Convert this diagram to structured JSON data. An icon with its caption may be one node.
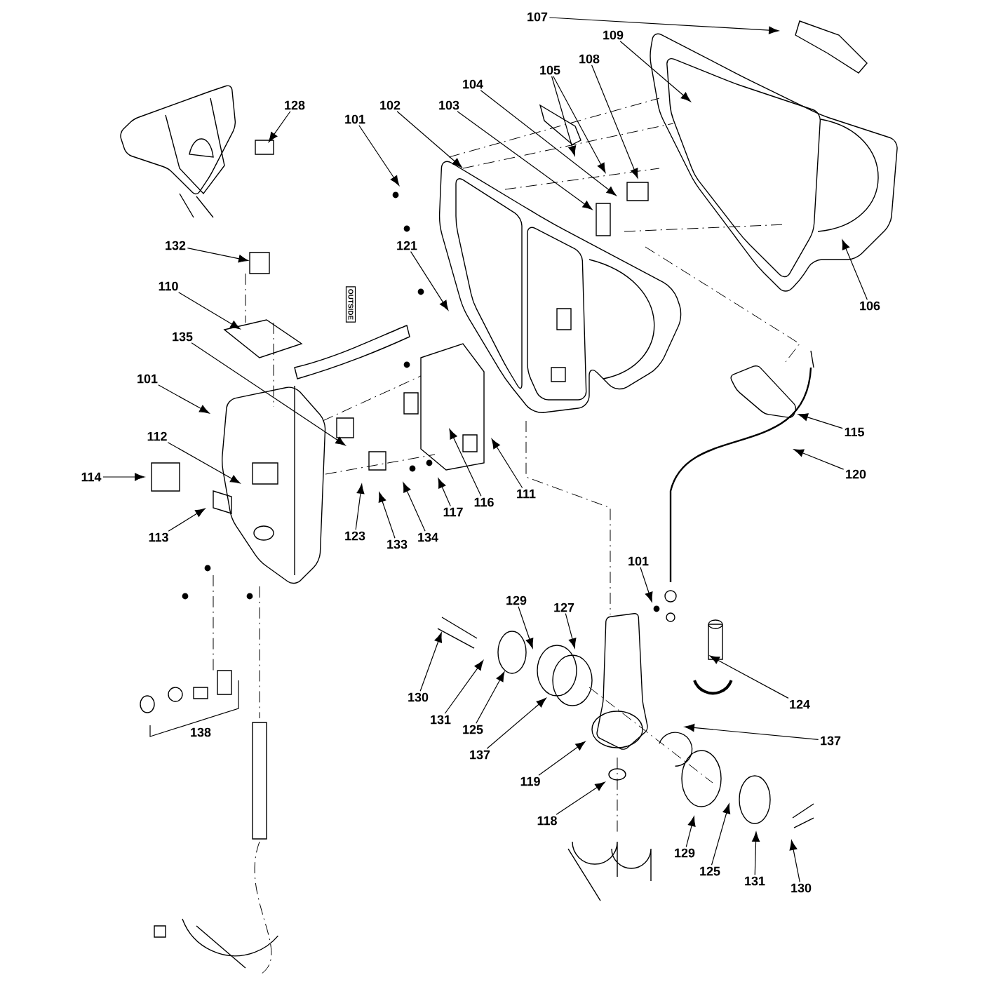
{
  "diagram": {
    "nodes": [
      {
        "text": [
          "107"
        ]
      },
      {
        "text": [
          "109"
        ]
      },
      {
        "text": [
          "104"
        ]
      },
      {
        "text": [
          "108"
        ]
      },
      {
        "text": [
          "105"
        ]
      },
      {
        "text": [
          "102"
        ]
      },
      {
        "text": [
          "103"
        ]
      },
      {
        "text": [
          "101"
        ]
      },
      {
        "text": [
          "128"
        ]
      },
      {
        "text": [
          "106"
        ]
      },
      {
        "text": [
          "132"
        ]
      },
      {
        "text": [
          "121"
        ]
      },
      {
        "text": [
          "110"
        ]
      },
      {
        "text": [
          "135"
        ]
      },
      {
        "text": [
          "101"
        ]
      },
      {
        "text": [
          "115"
        ]
      },
      {
        "text": [
          "112"
        ]
      },
      {
        "text": [
          "120"
        ]
      },
      {
        "text": [
          "114"
        ]
      },
      {
        "text": [
          "116"
        ]
      },
      {
        "text": [
          "111"
        ]
      },
      {
        "text": [
          "117"
        ]
      },
      {
        "text": [
          "123"
        ]
      },
      {
        "text": [
          "133"
        ]
      },
      {
        "text": [
          "134"
        ]
      },
      {
        "text": [
          "113"
        ]
      },
      {
        "text": [
          "101"
        ]
      },
      {
        "text": [
          "129"
        ]
      },
      {
        "text": [
          "127"
        ]
      },
      {
        "text": [
          "124"
        ]
      },
      {
        "text": [
          "130"
        ]
      },
      {
        "text": [
          "131"
        ]
      },
      {
        "text": [
          "125"
        ]
      },
      {
        "text": [
          "137"
        ]
      },
      {
        "text": [
          "137"
        ]
      },
      {
        "text": [
          "119"
        ]
      },
      {
        "text": [
          "118"
        ]
      },
      {
        "text": [
          "129"
        ]
      },
      {
        "text": [
          "125"
        ]
      },
      {
        "text": [
          "131"
        ]
      },
      {
        "text": [
          "130"
        ]
      }
    ],
    "edges": [
      {
        "from": 0,
        "to": null,
        "arrow": "to"
      },
      {
        "from": 1,
        "to": null,
        "arrow": "to"
      },
      {
        "from": 2,
        "to": null,
        "arrow": "to"
      },
      {
        "from": 3,
        "to": null,
        "arrow": "to"
      },
      {
        "from": 4,
        "to": null,
        "arrow": "to"
      },
      {
        "from": 4,
        "to": null,
        "arrow": "to"
      },
      {
        "from": 5,
        "to": null,
        "arrow": "to"
      },
      {
        "from": 6,
        "to": null,
        "arrow": "to"
      },
      {
        "from": 7,
        "to": null,
        "arrow": "to"
      },
      {
        "from": 8,
        "to": null,
        "arrow": "to"
      },
      {
        "from": 9,
        "to": null,
        "arrow": "to"
      },
      {
        "from": 10,
        "to": null,
        "arrow": "to"
      },
      {
        "from": 11,
        "to": null,
        "arrow": "to"
      },
      {
        "from": 12,
        "to": null,
        "arrow": "to"
      },
      {
        "from": 13,
        "to": null,
        "arrow": "to"
      },
      {
        "from": 14,
        "to": null,
        "arrow": "to"
      },
      {
        "from": 15,
        "to": null,
        "arrow": "to"
      },
      {
        "from": 16,
        "to": null,
        "arrow": "to"
      },
      {
        "from": 17,
        "to": null,
        "arrow": "to"
      },
      {
        "from": 18,
        "to": null,
        "arrow": "to"
      },
      {
        "from": 19,
        "to": null,
        "arrow": "to"
      },
      {
        "from": 20,
        "to": null,
        "arrow": "to"
      },
      {
        "from": 21,
        "to": null,
        "arrow": "to"
      },
      {
        "from": 22,
        "to": null,
        "arrow": "to"
      },
      {
        "from": 23,
        "to": null,
        "arrow": "to"
      },
      {
        "from": 24,
        "to": null,
        "arrow": "to"
      },
      {
        "from": 25,
        "to": null,
        "arrow": "to"
      },
      {
        "from": 26,
        "to": null,
        "arrow": "to"
      },
      {
        "from": 27,
        "to": null,
        "arrow": "to"
      },
      {
        "from": 28,
        "to": null,
        "arrow": "to"
      },
      {
        "from": 29,
        "to": null,
        "arrow": "to"
      },
      {
        "from": 30,
        "to": null,
        "arrow": "to"
      },
      {
        "from": 31,
        "to": null,
        "arrow": "to"
      },
      {
        "from": 32,
        "to": null,
        "arrow": "to"
      },
      {
        "from": 33,
        "to": null,
        "arrow": "to"
      },
      {
        "from": 34,
        "to": null,
        "arrow": "to"
      },
      {
        "from": 35,
        "to": null,
        "arrow": "to"
      },
      {
        "from": 36,
        "to": null,
        "arrow": "to"
      },
      {
        "from": 37,
        "to": null,
        "arrow": "to"
      },
      {
        "from": 38,
        "to": null,
        "arrow": "to"
      },
      {
        "from": 39,
        "to": null,
        "arrow": "to"
      },
      {
        "from": 40,
        "to": null,
        "arrow": "to"
      }
    ],
    "labels": [
      "OUTSIDE",
      "138"
    ]
  }
}
